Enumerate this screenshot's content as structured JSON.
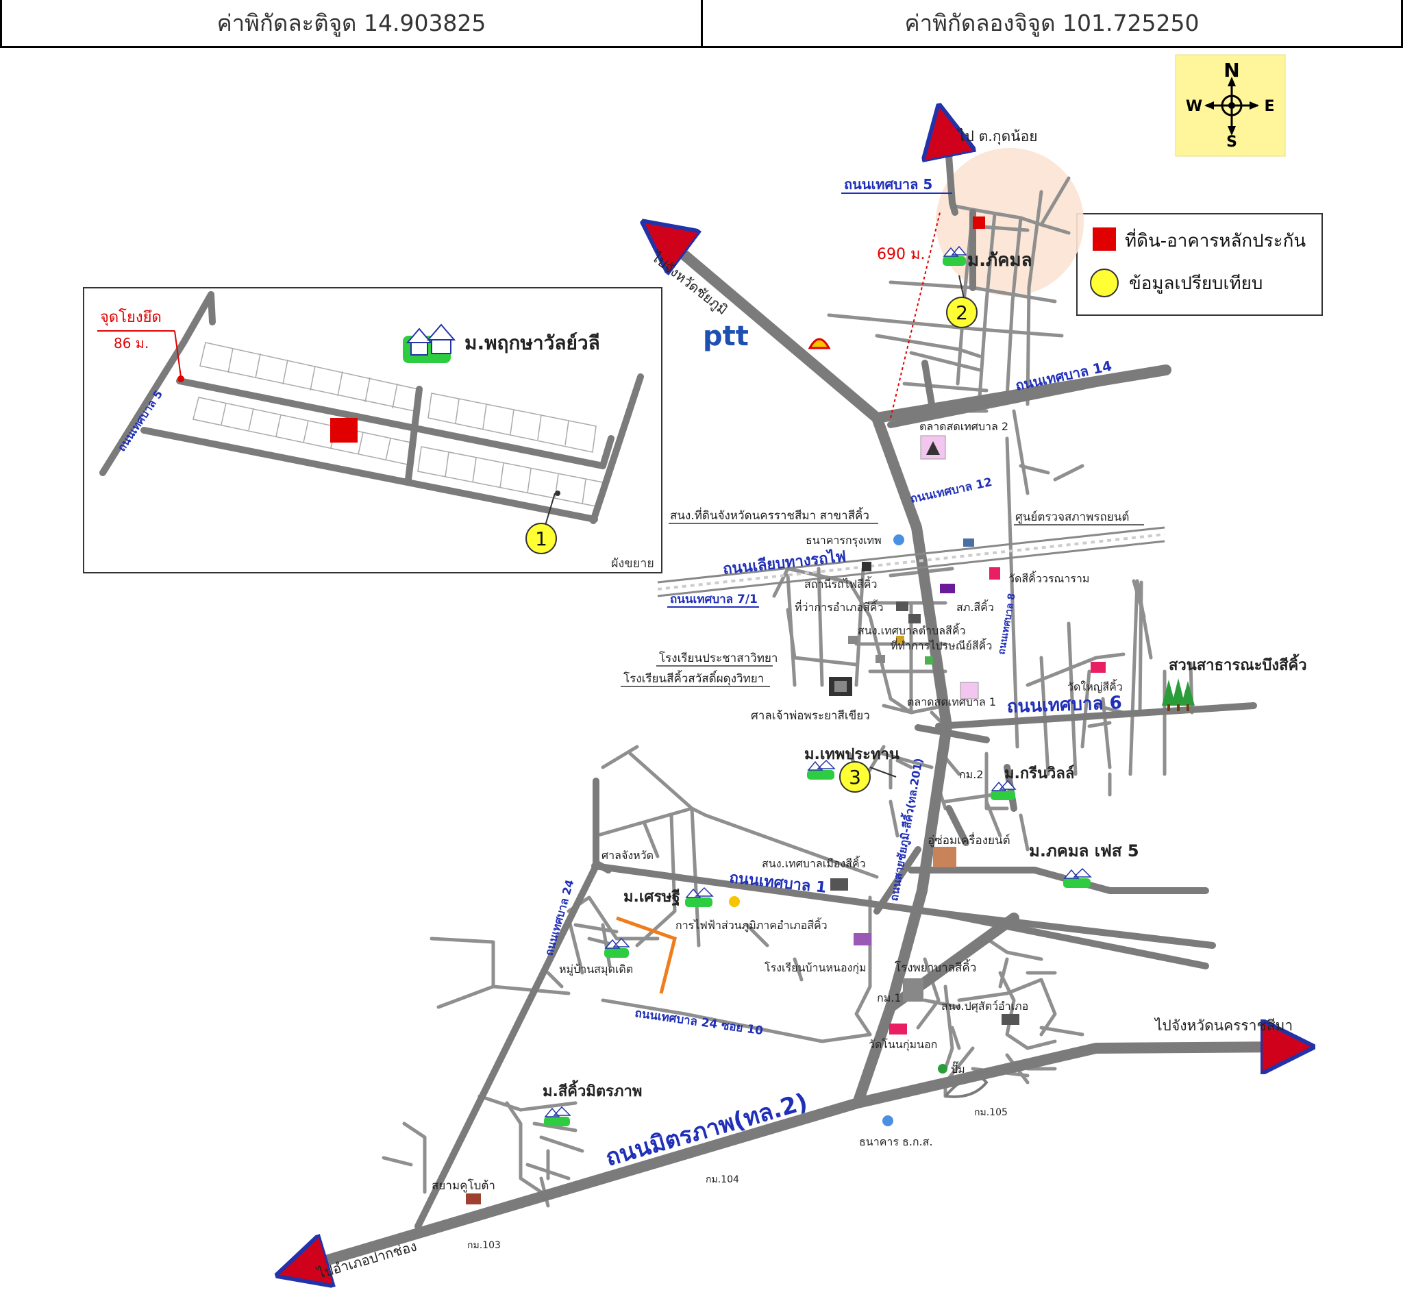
{
  "header": {
    "latitude_text": "ค่าพิกัดละติจูด 14.903825",
    "longitude_text": "ค่าพิกัดลองจิจูด 101.725250"
  },
  "compass": {
    "n": "N",
    "s": "S",
    "e": "E",
    "w": "W"
  },
  "legend": {
    "collateral": "ที่ดิน-อาคารหลักประกัน",
    "comparison": "ข้อมูลเปรียบเทียบ",
    "collateral_color": "#e00000",
    "comparison_color": "#ffff33"
  },
  "inset": {
    "tie_point": "จุดโยงยึด",
    "tie_distance": "86 ม.",
    "village": "ม.พฤกษาวัลย์วลี",
    "road": "ถนนเทศบาล 5",
    "footer": "ผังขยาย",
    "marker": "1"
  },
  "map": {
    "to_khok_noi": "ไป ต.กุดน้อย",
    "to_chaiyaphum": "ไปจังหวัดชัยภูมิ",
    "to_nakhon_ratchasima": "ไปจังหวัดนครราชสีมา",
    "to_pak_chong": "ไปอำเภอปากช่อง",
    "distance": "690 ม.",
    "ptt": "ptt",
    "marker2": "2",
    "marker3": "3",
    "roads": {
      "r5": "ถนนเทศบาล 5",
      "r14": "ถนนเทศบาล 14",
      "r12": "ถนนเทศบาล 12",
      "rail": "ถนนเลียบทางรถไฟ",
      "r7_1": "ถนนเทศบาล 7/1",
      "r6": "ถนนเทศบาล 6",
      "r1": "ถนนเทศบาล 1",
      "r24": "ถนนเทศบาล 24",
      "r24_10": "ถนนเทศบาล 24 ซอย 10",
      "mittraphap": "ถนนมิตรภาพ(ทล.2)",
      "chaiyaphum": "ถนนสายชัยภูมิ-สีคิ้ว(ทล.201)",
      "r_side": "ถนนเทศบาล 8"
    },
    "places": {
      "phakamon": "ม.ภัคมล",
      "market2": "ตลาดสดเทศบาล 2",
      "land_office": "สนง.ที่ดินจังหวัดนครราชสีมา สาขาสีคิ้ว",
      "inspection": "ศูนย์ตรวจสภาพรถยนต์",
      "bangkok_bank": "ธนาคารกรุงเทพ",
      "railway": "สถานีรถไฟสีคิ้ว",
      "wat_worawan": "วัดสีคิ้ววรณาราม",
      "police": "สภ.สีคิ้ว",
      "district_office": "ที่ว่าการอำเภอสีคิ้ว",
      "sao": "สนง.เทศบาลตำบลสีคิ้ว",
      "post": "ที่ทำการไปรษณีย์สีคิ้ว",
      "school1": "โรงเรียนประชาสาวิทยา",
      "school2": "โรงเรียนสีคิ้วสวัสดิ์ผดุงวิทยา",
      "shrine": "ศาลเจ้าพ่อพระยาสีเขียว",
      "market1": "ตลาดสดเทศบาล 1",
      "wat_yai": "วัดใหญ่สีคิ้ว",
      "park": "สวนสาธารณะบึงสีคิ้ว",
      "thepprathan": "ม.เทพประทาน",
      "km2": "กม.2",
      "greenville": "ม.กรีนวิลล์",
      "ac_shop": "อู่ซ่อมเครื่องยนต์",
      "phakamon5": "ม.ภคมล เฟส 5",
      "court": "ศาลจังหวัด",
      "municipal": "สนง.เทศบาลเมืองสีคิ้ว",
      "setthi": "ม.เศรษฐี",
      "pea": "การไฟฟ้าส่วนภูมิภาคอำเภอสีคิ้ว",
      "village_x": "หมู่บ้านสมุดเดิต",
      "school3": "โรงเรียนบ้านหนองกุ่ม",
      "hospital": "โรงพยาบาลสีคิ้ว",
      "km1": "กม.1",
      "vet": "สนง.ปศุสัตว์อำเภอ",
      "wat_nongkum": "วัดโนนกุ่มนอก",
      "pump": "ปั๊ม",
      "km105": "กม.105",
      "mittraphap_village": "ม.สีคิ้วมิตรภาพ",
      "baac": "ธนาคาร ธ.ก.ส.",
      "km104": "กม.104",
      "siam_kubota": "สยามคูโบต้า",
      "km103": "กม.103"
    }
  }
}
